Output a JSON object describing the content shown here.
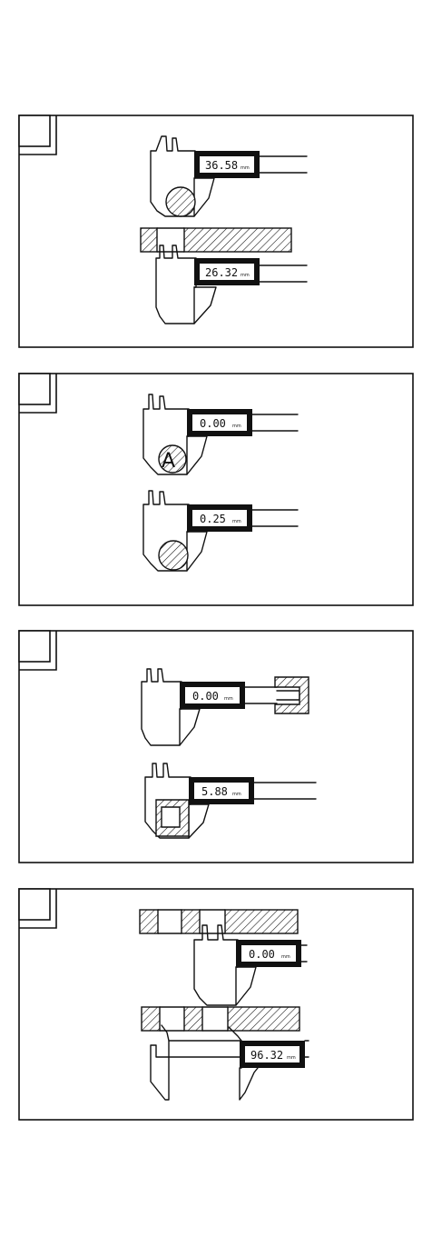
{
  "colors": {
    "ink": "#111111",
    "background": "#ffffff",
    "hatch": "#111111"
  },
  "panels": [
    {
      "name": "outside-and-step-measurement",
      "readings": [
        {
          "value": "36.58",
          "unit": "mm"
        },
        {
          "value": "26.32",
          "unit": "mm"
        }
      ]
    },
    {
      "name": "zero-and-measure-object",
      "label": "A",
      "readings": [
        {
          "value": "0.00",
          "unit": "mm"
        },
        {
          "value": "0.25",
          "unit": "mm"
        }
      ]
    },
    {
      "name": "depth-and-inside-measurement",
      "readings": [
        {
          "value": "0.00",
          "unit": "mm"
        },
        {
          "value": "5.88",
          "unit": "mm"
        }
      ]
    },
    {
      "name": "step-distance-measurement",
      "readings": [
        {
          "value": "0.00",
          "unit": "mm"
        },
        {
          "value": "96.32",
          "unit": "mm"
        }
      ]
    }
  ]
}
